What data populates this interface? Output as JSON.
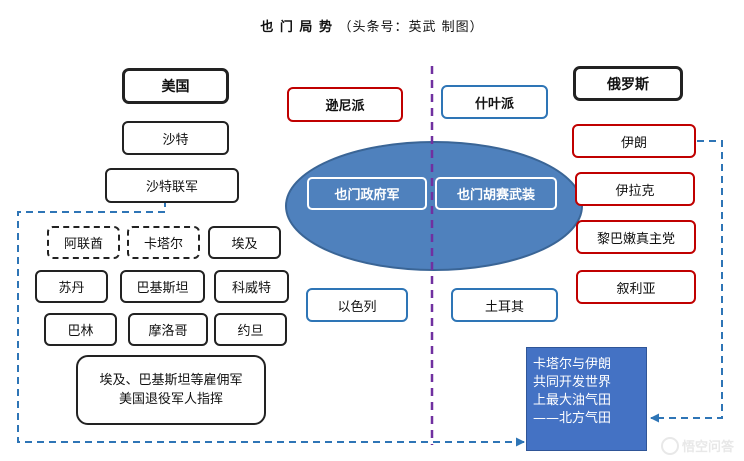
{
  "title": "也 门 局 势",
  "subtitle": "（头条号：英武   制图）",
  "left": {
    "header": "美国",
    "saudi": "沙特",
    "saudi_coalition": "沙特联军",
    "uae": "阿联酋",
    "qatar": "卡塔尔",
    "egypt": "埃及",
    "sudan": "苏丹",
    "pakistan": "巴基斯坦",
    "kuwait": "科威特",
    "bahrain": "巴林",
    "morocco": "摩洛哥",
    "jordan": "约旦",
    "mercenary_lines": [
      "埃及、巴基斯坦等雇佣军",
      "美国退役军人指挥"
    ]
  },
  "center": {
    "sunni": "逊尼派",
    "shia": "什叶派",
    "gov_army": "也门政府军",
    "houthi": "也门胡赛武装",
    "israel": "以色列",
    "turkey": "土耳其"
  },
  "right": {
    "header": "俄罗斯",
    "iran": "伊朗",
    "iraq": "伊拉克",
    "hezbollah": "黎巴嫩真主党",
    "syria": "叙利亚"
  },
  "note_lines": [
    "卡塔尔与伊朗",
    "共同开发世界",
    "上最大油气田",
    "——北方气田"
  ],
  "watermark": "悟空问答",
  "colors": {
    "red": "#c00000",
    "blue": "#2e75b6",
    "ellipse": "#4f81bd",
    "note_bg": "#4472c4",
    "divider": "#7030a0"
  }
}
